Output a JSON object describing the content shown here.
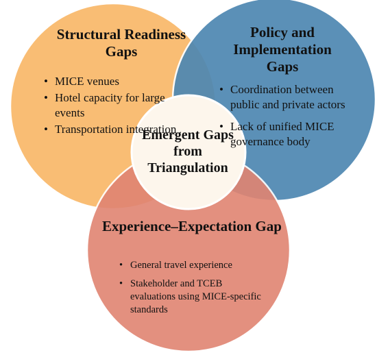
{
  "colors": {
    "left_circle": "#f9b96a",
    "right_circle": "#4f88b2",
    "bottom_circle": "#e08472",
    "center_circle": "#fdf6ec"
  },
  "structural": {
    "title": "Structural Readiness Gaps",
    "items": [
      "MICE venues",
      "Hotel capacity for large events",
      "Transportation integration"
    ]
  },
  "policy": {
    "title": "Policy and Implementation Gaps",
    "items": [
      "Coordination between public and private actors",
      "Lack of unified MICE governance body"
    ]
  },
  "emergent": {
    "title": "Emergent Gaps from Triangulation"
  },
  "experience": {
    "title": "Experience–Expectation Gap",
    "items": [
      "General travel experience",
      "Stakeholder and TCEB evaluations using MICE-specific standards"
    ]
  }
}
